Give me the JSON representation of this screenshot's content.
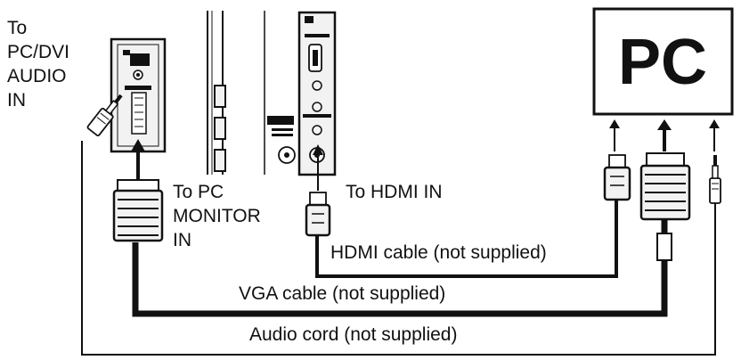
{
  "labels": {
    "pc_dvi_audio_line1": "To",
    "pc_dvi_audio_line2": "PC/DVI",
    "pc_dvi_audio_line3": "AUDIO",
    "pc_dvi_audio_line4": "IN",
    "pc_monitor_line1": "To PC",
    "pc_monitor_line2": "MONITOR",
    "pc_monitor_line3": "IN",
    "hdmi_in": "To HDMI IN",
    "hdmi_cable": "HDMI cable (not supplied)",
    "vga_cable": "VGA cable (not supplied)",
    "audio_cord": "Audio cord (not supplied)",
    "computer": "PC"
  },
  "colors": {
    "ink": "#111111",
    "panel_fill": "#f2f2f2",
    "background": "#ffffff"
  }
}
